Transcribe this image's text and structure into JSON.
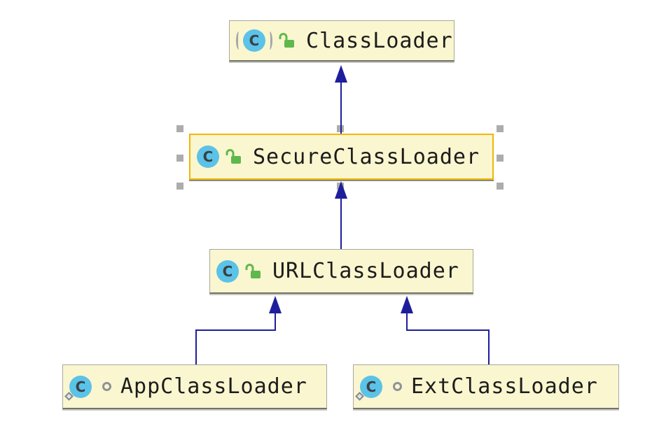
{
  "diagram": {
    "type": "uml-class-diagram",
    "subject": "Java ClassLoader inheritance hierarchy",
    "icon_glyphs": {
      "class_letter": "C"
    },
    "nodes": [
      {
        "name": "ClassLoader",
        "kind": "abstract class",
        "visibility": "public",
        "visibility_icon": "open-lock",
        "abstract": true,
        "static_mark": false,
        "selected": false
      },
      {
        "name": "SecureClassLoader",
        "kind": "class",
        "visibility": "public",
        "visibility_icon": "open-lock",
        "abstract": false,
        "static_mark": false,
        "selected": true
      },
      {
        "name": "URLClassLoader",
        "kind": "class",
        "visibility": "public",
        "visibility_icon": "open-lock",
        "abstract": false,
        "static_mark": false,
        "selected": false
      },
      {
        "name": "AppClassLoader",
        "kind": "static nested class",
        "visibility": "package-local",
        "visibility_icon": "ring",
        "abstract": false,
        "static_mark": true,
        "selected": false
      },
      {
        "name": "ExtClassLoader",
        "kind": "static nested class",
        "visibility": "package-local",
        "visibility_icon": "ring",
        "abstract": false,
        "static_mark": true,
        "selected": false
      }
    ],
    "edges": [
      {
        "from": "SecureClassLoader",
        "to": "ClassLoader",
        "relation": "extends"
      },
      {
        "from": "URLClassLoader",
        "to": "SecureClassLoader",
        "relation": "extends"
      },
      {
        "from": "AppClassLoader",
        "to": "URLClassLoader",
        "relation": "extends"
      },
      {
        "from": "ExtClassLoader",
        "to": "URLClassLoader",
        "relation": "extends"
      }
    ],
    "colors": {
      "canvas": "#FFFFFF",
      "node_background": "#FAF6CF",
      "node_border": "#A8A89E",
      "node_shadow": "#72726A",
      "selected_border": "#F2B606",
      "edge": "#1E1E9C",
      "class_icon_blue": "#5BC2E8",
      "lock_green": "#5FB84D",
      "label_text": "#1C1C1C",
      "selection_handle": "#ACACAC"
    }
  }
}
